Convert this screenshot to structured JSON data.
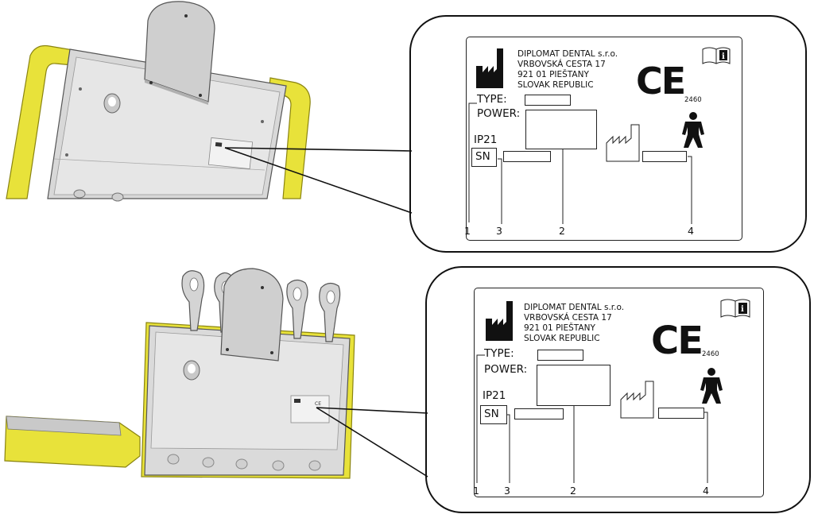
{
  "panels": [
    {
      "id": "top",
      "manufacturer": [
        "DIPLOMAT DENTAL s.r.o.",
        "VRBOVSKÁ CESTA 17",
        "921 01 PIEŠTANY",
        "SLOVAK REPUBLIC"
      ],
      "type_label": "TYPE:",
      "power_label": "POWER:",
      "ip_label": "IP21",
      "sn_label": "SN",
      "ce_mark": "CE",
      "notified_body": "2460",
      "callout_numbers": [
        "1",
        "3",
        "2",
        "4"
      ]
    },
    {
      "id": "bottom",
      "manufacturer": [
        "DIPLOMAT DENTAL s.r.o.",
        "VRBOVSKÁ CESTA 17",
        "921 01 PIEŠTANY",
        "SLOVAK REPUBLIC"
      ],
      "type_label": "TYPE:",
      "power_label": "POWER:",
      "ip_label": "IP21",
      "sn_label": "SN",
      "ce_mark": "CE",
      "notified_body": "2460",
      "callout_numbers": [
        "1",
        "3",
        "2",
        "4"
      ]
    }
  ],
  "icons": [
    "manufacturer-factory-icon",
    "instructions-book-icon",
    "ce-mark-icon",
    "type-bf-person-icon",
    "manufacturing-date-icon"
  ]
}
